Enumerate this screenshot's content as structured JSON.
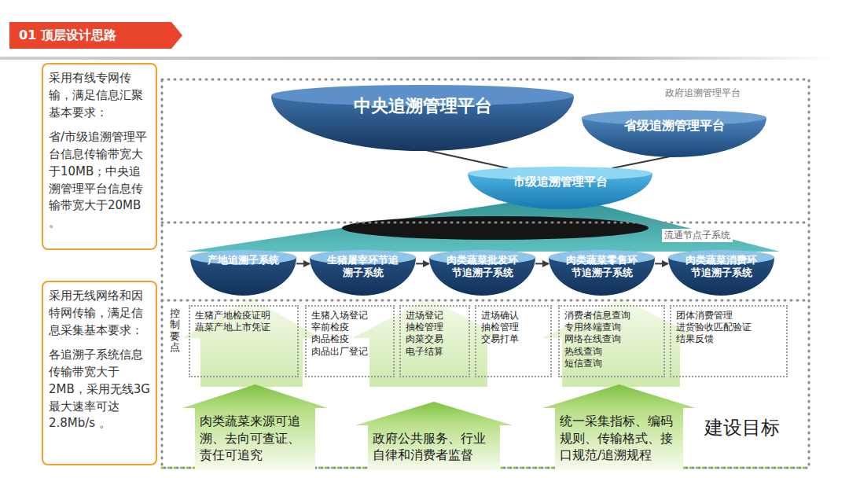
{
  "diagram": {
    "title": "01 顶层设计思路",
    "nodes": [
      {
        "text": [
          "采用有线专网传输，满足信息汇聚基本要求：",
          "省/市级追溯管理平台信息传输带宽大于10MB；中央追溯管理平台信息传输带宽大于20MB 。"
        ]
      },
      {
        "text": [
          "采用无线网络和因特网传输，满足信息采集基本要求：",
          "各追溯子系统信息传输带宽大于2MB，采用无线3G最大速率可达2.8Mb/s 。"
        ]
      },
      {
        "text": [
          "中央追溯管理平台"
        ]
      },
      {
        "text": [
          "省级追溯管理平台"
        ]
      },
      {
        "text": [
          "市级追溯管理平台"
        ]
      },
      {
        "text": [
          "产地追溯子系统"
        ]
      },
      {
        "text": [
          "生猪屠宰环节追溯子系统"
        ]
      },
      {
        "text": [
          "肉类蔬菜批发环节追溯子系统"
        ]
      },
      {
        "text": [
          "肉类蔬菜零售环节追溯子系统"
        ]
      },
      {
        "text": [
          "肉类蔬菜消费环节追溯子系统"
        ]
      },
      {
        "text": [
          "生猪产地检疫证明",
          "蔬菜产地上市凭证"
        ]
      },
      {
        "text": [
          "生猪入场登记",
          "宰前检疫",
          "肉品检疫",
          "肉品出厂登记"
        ]
      },
      {
        "text": [
          "进场登记",
          "抽检管理",
          "肉菜交易",
          "电子结算"
        ]
      },
      {
        "text": [
          "进场确认",
          "抽检管理",
          "交易打单"
        ]
      },
      {
        "text": [
          "消费者信息查询",
          "专用终端查询",
          "网络在线查询",
          "热线查询",
          "短信查询"
        ]
      },
      {
        "text": [
          "团体消费管理",
          "进货验收匹配验证",
          "结果反馈"
        ]
      },
      {
        "text": [
          "肉类蔬菜来源可追溯、去向可查证、责任可追究"
        ]
      },
      {
        "text": [
          "政府公共服务、行业自律和消费者监督"
        ]
      },
      {
        "text": [
          "统一采集指标、编码规则、传输格式、接口规范/追溯规程"
        ]
      }
    ],
    "edges": [
      {
        "from": 2,
        "to": 4,
        "arrow": "none"
      },
      {
        "from": 3,
        "to": 4,
        "arrow": "none"
      },
      {
        "from": 5,
        "to": 6,
        "arrow": "to"
      },
      {
        "from": 6,
        "to": 7,
        "arrow": "to"
      },
      {
        "from": 7,
        "to": 8,
        "arrow": "to"
      },
      {
        "from": 8,
        "to": 9,
        "arrow": "to"
      }
    ],
    "labels": [
      "政府追溯管理平台",
      "流通节点子系统",
      "控制要点",
      "建设目标"
    ]
  }
}
